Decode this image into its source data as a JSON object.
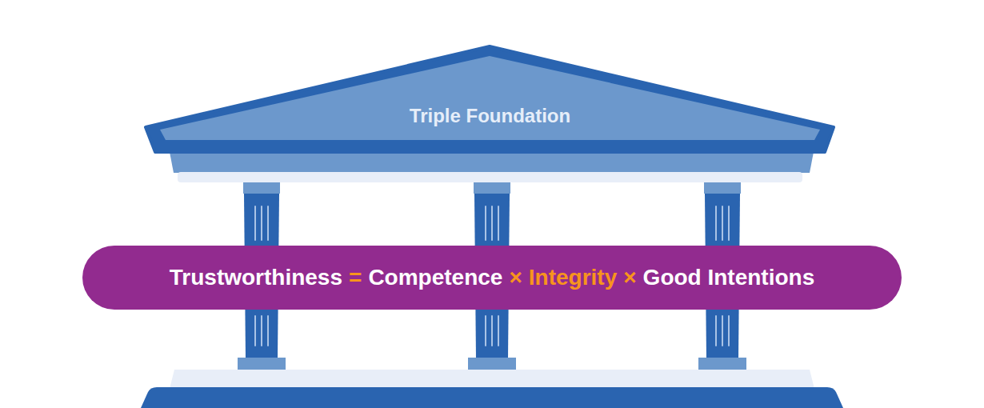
{
  "diagram": {
    "nodes": [
      {
        "text": [
          "Triple Foundation"
        ]
      },
      {
        "text": [
          "Trustworthiness",
          "=",
          "Competence",
          "×",
          "Integrity",
          "×",
          "Good Intentions"
        ]
      }
    ]
  }
}
